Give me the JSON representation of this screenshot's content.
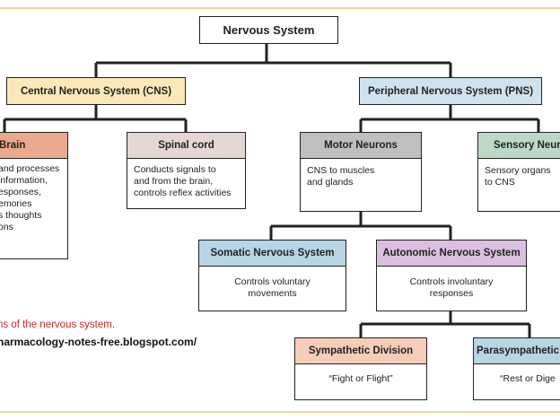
{
  "root": {
    "label": "Nervous System"
  },
  "cns": {
    "label": "Central Nervous System (CNS)",
    "color": "#fbe8b8"
  },
  "pns": {
    "label": "Peripheral Nervous System (PNS)",
    "color": "#cfe3ee"
  },
  "brain": {
    "label": "Brain",
    "text": "and processes\ninformation,\nesponses,\nemories\ns thoughts\nons",
    "color": "#e9a98c"
  },
  "spinal": {
    "label": "Spinal cord",
    "text": "Conducts signals to\nand from the brain,\ncontrols reflex activities",
    "color": "#e4d7d3"
  },
  "motor": {
    "label": "Motor Neurons",
    "text": "CNS to muscles\nand glands",
    "color": "#bfbfbf"
  },
  "sensory": {
    "label": "Sensory Neur",
    "text": "Sensory organs\nto CNS",
    "color": "#bcd9c7"
  },
  "somatic": {
    "label": "Somatic Nervous System",
    "text": "Controls voluntary\nmovements",
    "color": "#b7d5e4"
  },
  "autonomic": {
    "label": "Autonomic Nervous System",
    "text": "Controls involuntary\nresponses",
    "color": "#dcbfe0"
  },
  "sympathetic": {
    "label": "Sympathetic Division",
    "text": "“Fight or Flight”",
    "color": "#f5cdb8"
  },
  "parasympathetic": {
    "label": "Parasympathetic",
    "text": "“Rest or Dige",
    "color": "#b7d5e4"
  },
  "caption": "ns of the nervous system.",
  "url": "harmacology-notes-free.blogspot.com/",
  "colors": {
    "caption": "#c62828",
    "edge": "#e7d98c"
  }
}
